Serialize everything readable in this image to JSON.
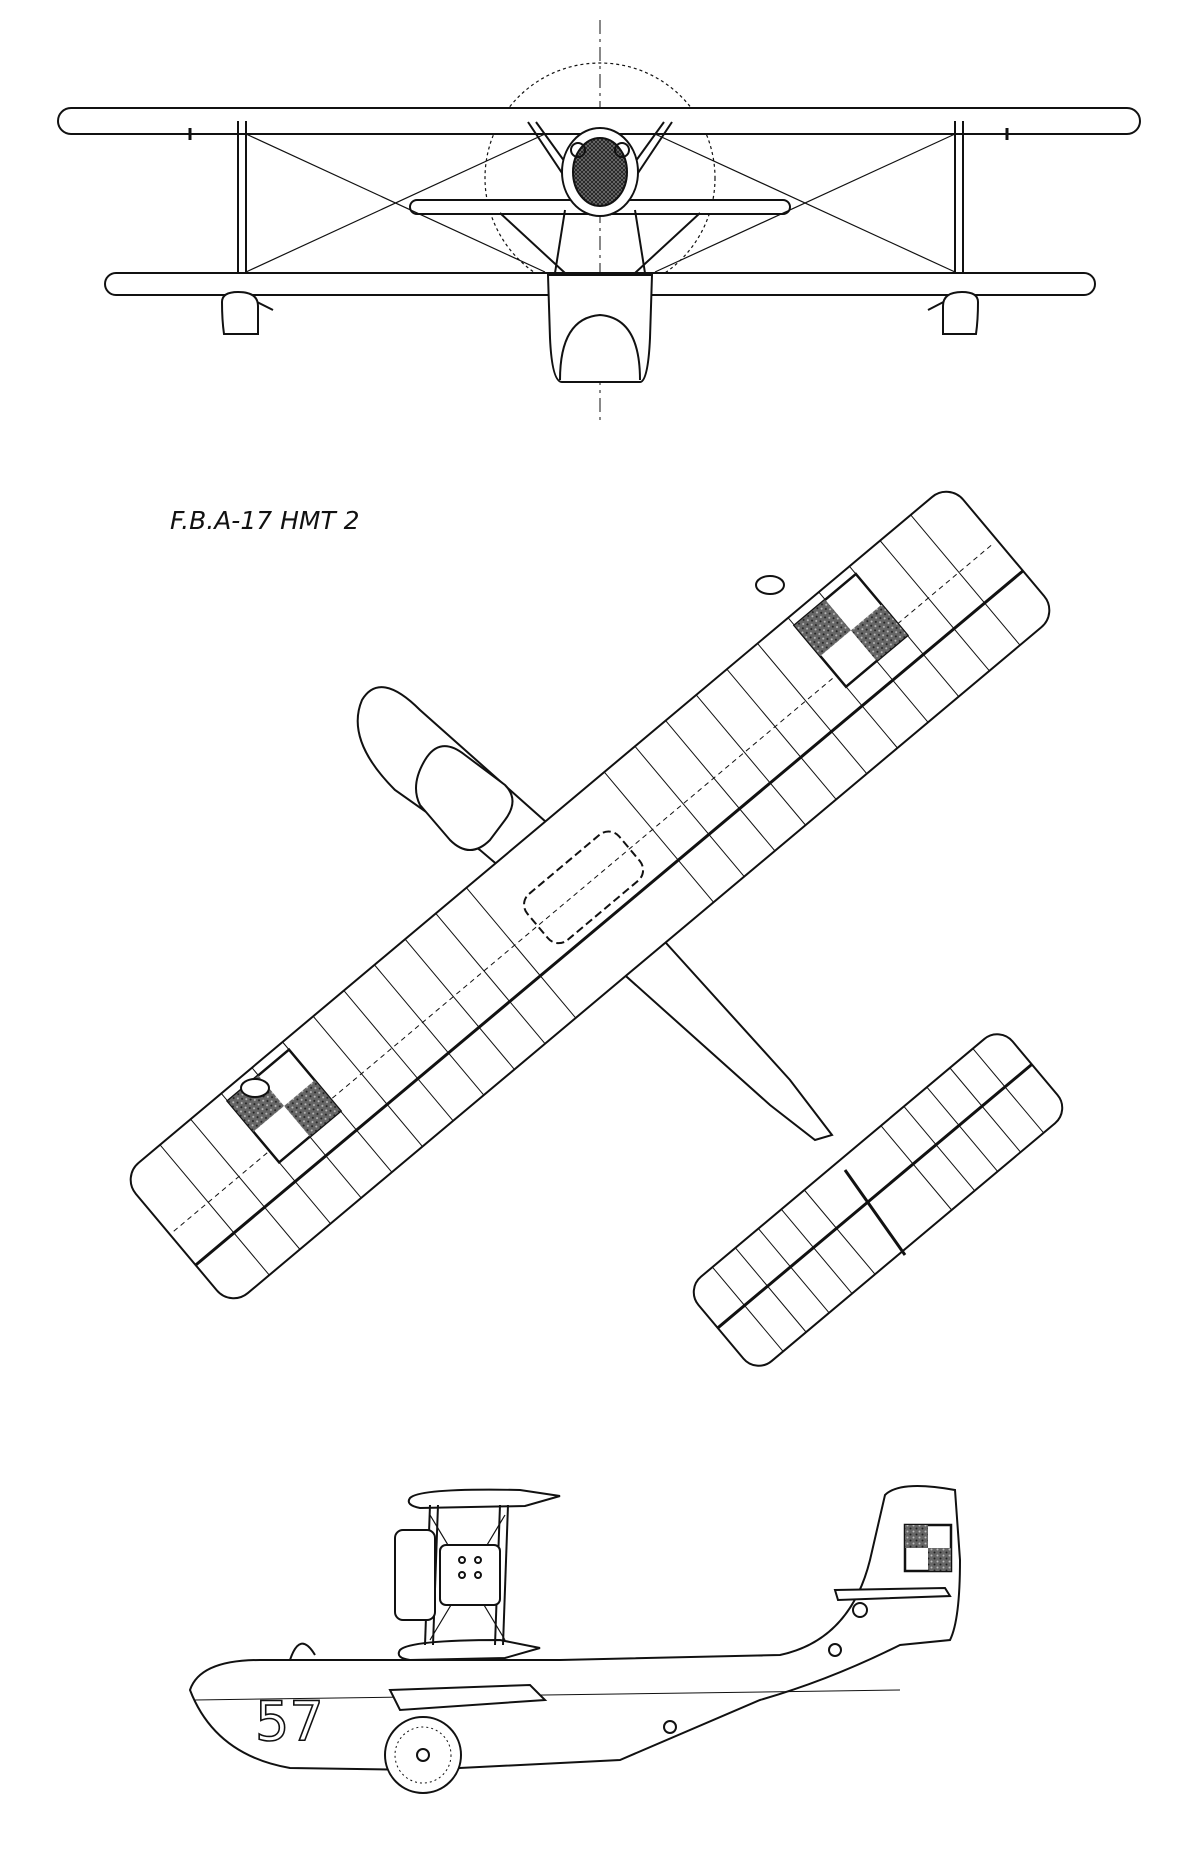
{
  "drawing": {
    "title": "F.B.A-17 HMT 2",
    "side_number": "57",
    "ink_color": "#111111",
    "paper_color": "#ffffff",
    "views": [
      "front-view",
      "top-view",
      "side-view"
    ]
  }
}
